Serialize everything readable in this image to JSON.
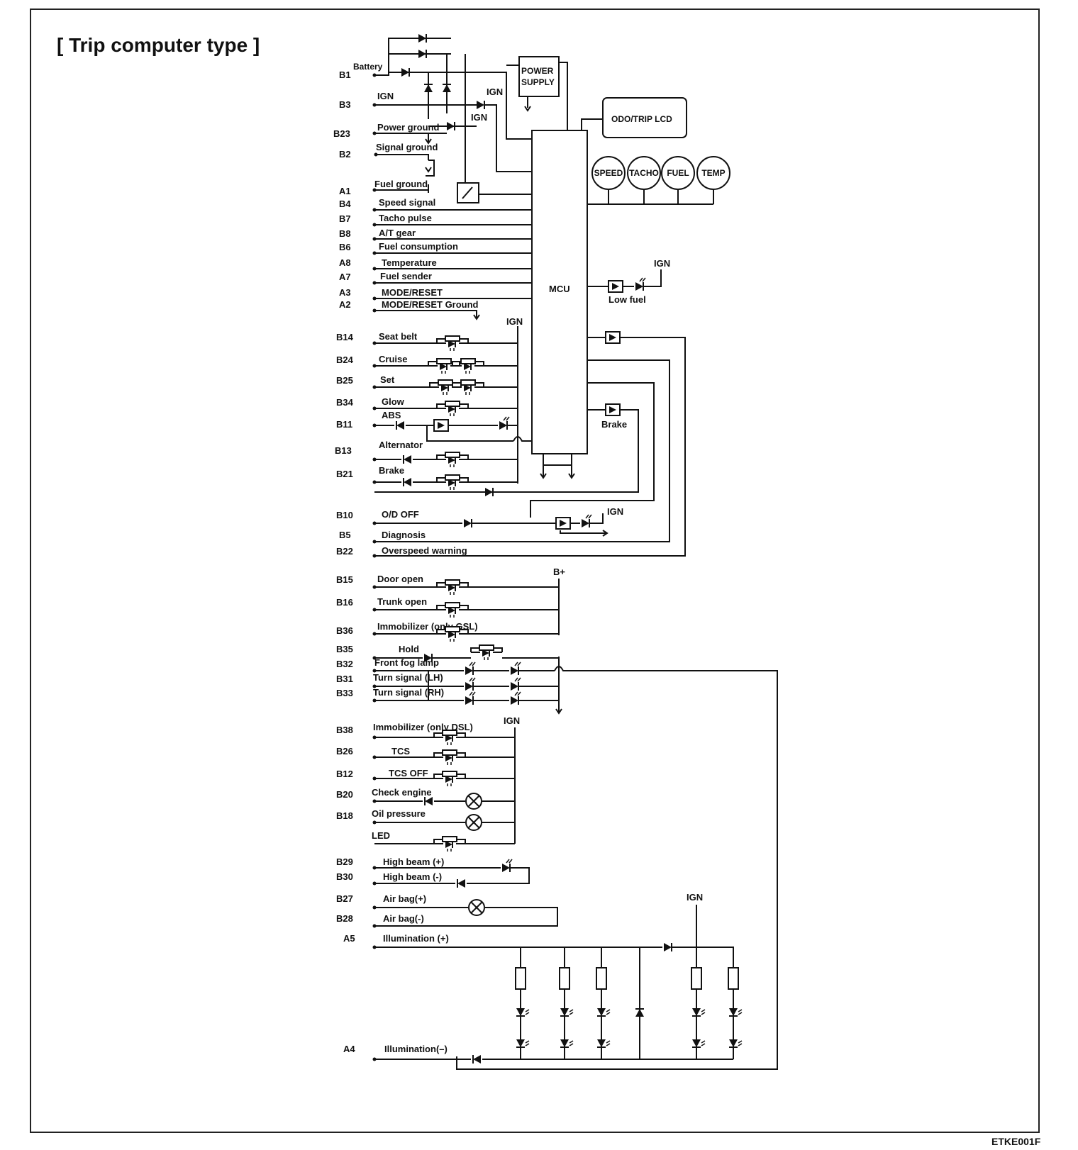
{
  "title": "[ Trip computer type ]",
  "figure_code": "ETKE001F",
  "blocks": {
    "power_supply_line1": "POWER",
    "power_supply_line2": "SUPPLY",
    "lcd": "ODO/TRIP LCD",
    "mcu": "MCU",
    "gauges": [
      "SPEED",
      "TACHO",
      "FUEL",
      "TEMP"
    ]
  },
  "labels": {
    "battery": "Battery",
    "ign": "IGN",
    "low_fuel": "Low fuel",
    "brake": "Brake",
    "b_plus": "B+"
  },
  "pins": [
    {
      "pin": "B1",
      "signal": ""
    },
    {
      "pin": "B3",
      "signal": "IGN"
    },
    {
      "pin": "B23",
      "signal": "Power ground"
    },
    {
      "pin": "B2",
      "signal": "Signal ground"
    },
    {
      "pin": "A1",
      "signal": "Fuel ground"
    },
    {
      "pin": "B4",
      "signal": "Speed signal"
    },
    {
      "pin": "B7",
      "signal": "Tacho pulse"
    },
    {
      "pin": "B8",
      "signal": "A/T gear"
    },
    {
      "pin": "B6",
      "signal": "Fuel consumption"
    },
    {
      "pin": "A8",
      "signal": "Temperature"
    },
    {
      "pin": "A7",
      "signal": "Fuel sender"
    },
    {
      "pin": "A3",
      "signal": "MODE/RESET"
    },
    {
      "pin": "A2",
      "signal": "MODE/RESET Ground"
    },
    {
      "pin": "B14",
      "signal": "Seat belt"
    },
    {
      "pin": "B24",
      "signal": "Cruise"
    },
    {
      "pin": "B25",
      "signal": "Set"
    },
    {
      "pin": "B34",
      "signal": "Glow"
    },
    {
      "pin": "B11",
      "signal": "ABS"
    },
    {
      "pin": "B13",
      "signal": "Alternator"
    },
    {
      "pin": "B21",
      "signal": "Brake"
    },
    {
      "pin": "B10",
      "signal": "O/D OFF"
    },
    {
      "pin": "B5",
      "signal": "Diagnosis"
    },
    {
      "pin": "B22",
      "signal": "Overspeed warning"
    },
    {
      "pin": "B15",
      "signal": "Door open"
    },
    {
      "pin": "B16",
      "signal": "Trunk open"
    },
    {
      "pin": "B36",
      "signal": "Immobilizer (only GSL)"
    },
    {
      "pin": "B35",
      "signal": "Hold"
    },
    {
      "pin": "B32",
      "signal": "Front fog lamp"
    },
    {
      "pin": "B31",
      "signal": "Turn signal (LH)"
    },
    {
      "pin": "B33",
      "signal": "Turn signal (RH)"
    },
    {
      "pin": "B38",
      "signal": "Immobilizer (only DSL)"
    },
    {
      "pin": "B26",
      "signal": "TCS"
    },
    {
      "pin": "B12",
      "signal": "TCS OFF"
    },
    {
      "pin": "B20",
      "signal": "Check engine"
    },
    {
      "pin": "B18",
      "signal": "Oil pressure"
    },
    {
      "pin": "",
      "signal": "LED"
    },
    {
      "pin": "B29",
      "signal": "High beam (+)"
    },
    {
      "pin": "B30",
      "signal": "High beam (-)"
    },
    {
      "pin": "B27",
      "signal": "Air bag(+)"
    },
    {
      "pin": "B28",
      "signal": "Air bag(-)"
    },
    {
      "pin": "A5",
      "signal": "Illumination (+)"
    },
    {
      "pin": "A4",
      "signal": "Illumination(–)"
    }
  ]
}
